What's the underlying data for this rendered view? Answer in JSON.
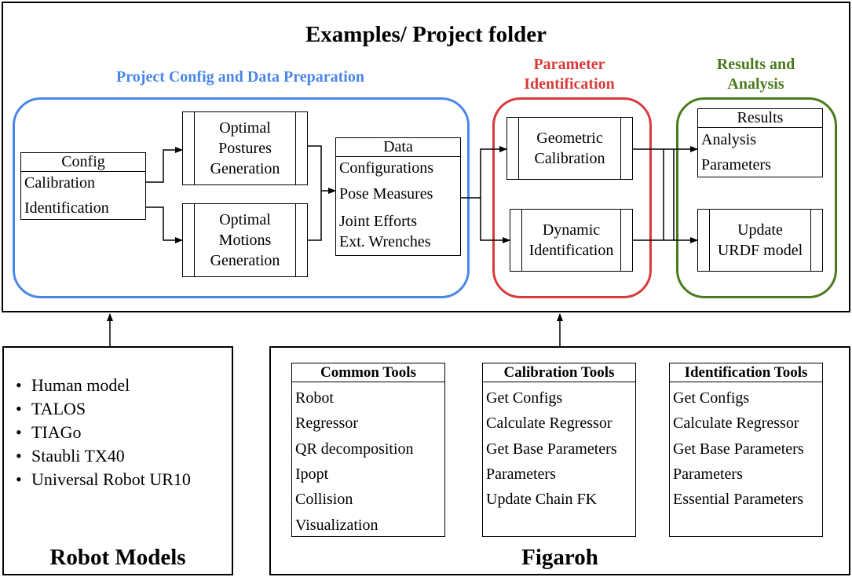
{
  "project": {
    "title": "Examples/ Project folder",
    "groups": {
      "prep": {
        "title": "Project Config and Data Preparation",
        "color": "#4a86e8"
      },
      "param": {
        "title_lines": [
          "Parameter",
          "Identification"
        ],
        "color": "#d93a3a"
      },
      "results": {
        "title_lines": [
          "Results and",
          "Analysis"
        ],
        "color": "#4a7a1e"
      }
    },
    "config": {
      "header": "Config",
      "rows": [
        "Calibration",
        "Identification"
      ]
    },
    "optimal_postures": {
      "lines": [
        "Optimal",
        "Postures",
        "Generation"
      ]
    },
    "optimal_motions": {
      "lines": [
        "Optimal",
        "Motions",
        "Generation"
      ]
    },
    "data": {
      "header": "Data",
      "rows": [
        "Configurations",
        "Pose Measures",
        "Joint Efforts",
        "Ext. Wrenches"
      ]
    },
    "geometric": {
      "lines": [
        "Geometric",
        "Calibration"
      ]
    },
    "dynamic": {
      "lines": [
        "Dynamic",
        "Identification"
      ]
    },
    "results_table": {
      "header": "Results",
      "rows": [
        "Analysis",
        "Parameters"
      ]
    },
    "update": {
      "lines": [
        "Update",
        "URDF model"
      ]
    }
  },
  "robot_models": {
    "title": "Robot Models",
    "items": [
      "Human model",
      "TALOS",
      "TIAGo",
      "Staubli TX40",
      "Universal Robot UR10"
    ]
  },
  "figaroh": {
    "title": "Figaroh",
    "common": {
      "header": "Common Tools",
      "rows": [
        "Robot",
        "Regressor",
        "QR decomposition",
        "Ipopt",
        "Collision",
        "Visualization"
      ]
    },
    "calibration": {
      "header": "Calibration Tools",
      "rows": [
        "Get Configs",
        "Calculate Regressor",
        "Get Base Parameters",
        "Parameters",
        "Update Chain FK"
      ]
    },
    "identification": {
      "header": "Identification Tools",
      "rows": [
        "Get Configs",
        "Calculate Regressor",
        "Get Base Parameters",
        "Parameters",
        "Essential Parameters"
      ]
    }
  }
}
